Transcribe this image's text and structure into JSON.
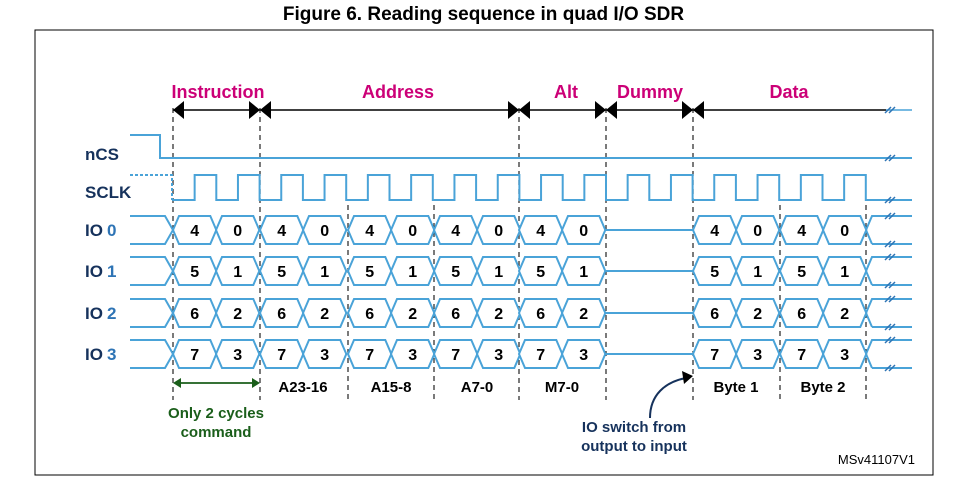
{
  "title": "Figure 6. Reading sequence in quad I/O SDR",
  "code": "MSv41107V1",
  "phases": [
    "Instruction",
    "Address",
    "Alt",
    "Dummy",
    "Data"
  ],
  "signals": {
    "ncs": "nCS",
    "sclk": "SCLK"
  },
  "io_lanes": [
    {
      "label_io": "IO",
      "label_num": "0",
      "values": [
        "4",
        "0",
        "4",
        "0",
        "4",
        "0",
        "4",
        "0",
        "4",
        "0",
        "4",
        "0",
        "4",
        "0"
      ]
    },
    {
      "label_io": "IO",
      "label_num": "1",
      "values": [
        "5",
        "1",
        "5",
        "1",
        "5",
        "1",
        "5",
        "1",
        "5",
        "1",
        "5",
        "1",
        "5",
        "1"
      ]
    },
    {
      "label_io": "IO",
      "label_num": "2",
      "values": [
        "6",
        "2",
        "6",
        "2",
        "6",
        "2",
        "6",
        "2",
        "6",
        "2",
        "6",
        "2",
        "6",
        "2"
      ]
    },
    {
      "label_io": "IO",
      "label_num": "3",
      "values": [
        "7",
        "3",
        "7",
        "3",
        "7",
        "3",
        "7",
        "3",
        "7",
        "3",
        "7",
        "3",
        "7",
        "3"
      ]
    }
  ],
  "bottom_labels": [
    "A23-16",
    "A15-8",
    "A7-0",
    "M7-0",
    "Byte 1",
    "Byte 2"
  ],
  "annotations": {
    "instruction_note_line1": "Only 2 cycles",
    "instruction_note_line2": "command",
    "switch_note_line1": "IO switch from",
    "switch_note_line2": "output to input"
  },
  "colors": {
    "phase_label": "#cc0077",
    "waveform": "#4aa3d8",
    "arrow": "#000000",
    "note_green": "#1a5e1a",
    "note_navy": "#16325c",
    "blue_number": "#2e74b5"
  }
}
